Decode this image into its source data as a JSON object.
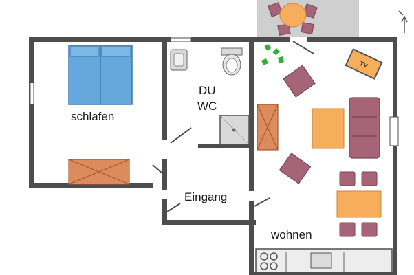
{
  "rooms": {
    "bedroom": "schlafen",
    "shower": "DU",
    "wc": "WC",
    "entrance": "Eingang",
    "living": "wohnen"
  },
  "appliance_label": "TV",
  "colors": {
    "wall": "#4d4d4d",
    "terrace": "#cfcfcf",
    "bed": "#66a8db",
    "dresser": "#dd8a5c",
    "chair": "#a56478",
    "table": "#f6ad5c",
    "plant": "#2fb02f",
    "fixture": "#d9d9d9"
  }
}
